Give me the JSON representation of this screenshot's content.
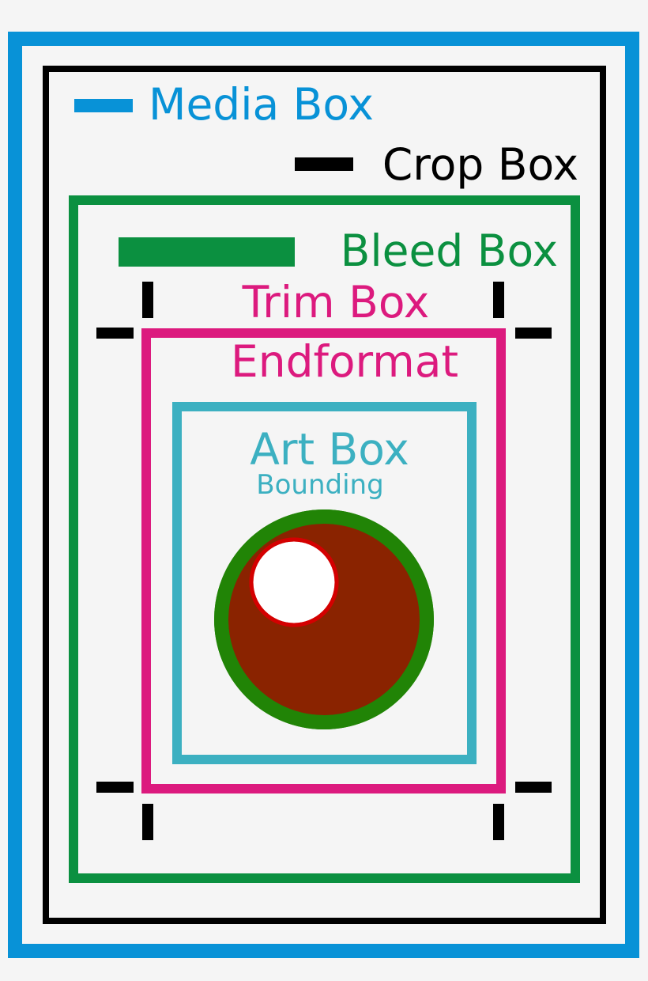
{
  "colors": {
    "background": "#f5f5f5",
    "media": "#0892d7",
    "crop": "#000000",
    "bleed": "#0b9040",
    "trim": "#dc1a7e",
    "art": "#3cb0c1",
    "circle_ring": "#218406",
    "circle_fill": "#8a2300",
    "highlight_ring": "#d40000",
    "highlight_fill": "#ffffff"
  },
  "labels": {
    "media": "Media Box",
    "crop": "Crop Box",
    "bleed": "Bleed Box",
    "trim": "Trim Box",
    "trim_sub": "Endformat",
    "art": "Art Box",
    "art_sub": "Bounding"
  }
}
